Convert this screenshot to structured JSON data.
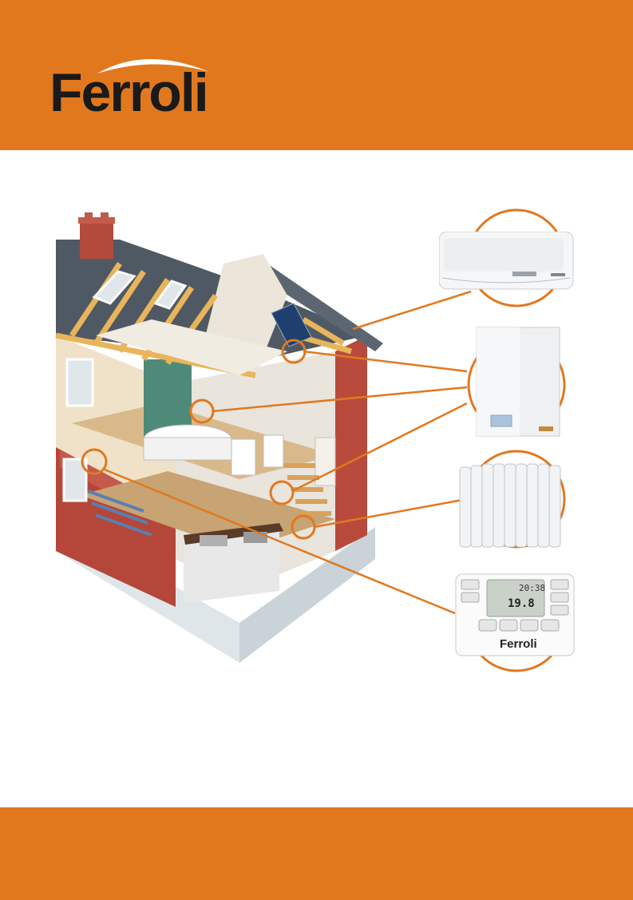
{
  "brand": {
    "name": "Ferroli",
    "logo_text": "Ferroli",
    "color_orange": "#E2781E",
    "color_dark": "#1a1a1a"
  },
  "products": [
    {
      "id": "air-conditioner",
      "icon": "split-air-conditioner"
    },
    {
      "id": "boiler",
      "icon": "wall-boiler"
    },
    {
      "id": "radiator",
      "icon": "aluminium-radiator"
    },
    {
      "id": "thermostat",
      "icon": "programmable-thermostat"
    }
  ],
  "thermostat": {
    "clock": "20:38",
    "temperature": "19.8",
    "brand": "Ferroli"
  }
}
